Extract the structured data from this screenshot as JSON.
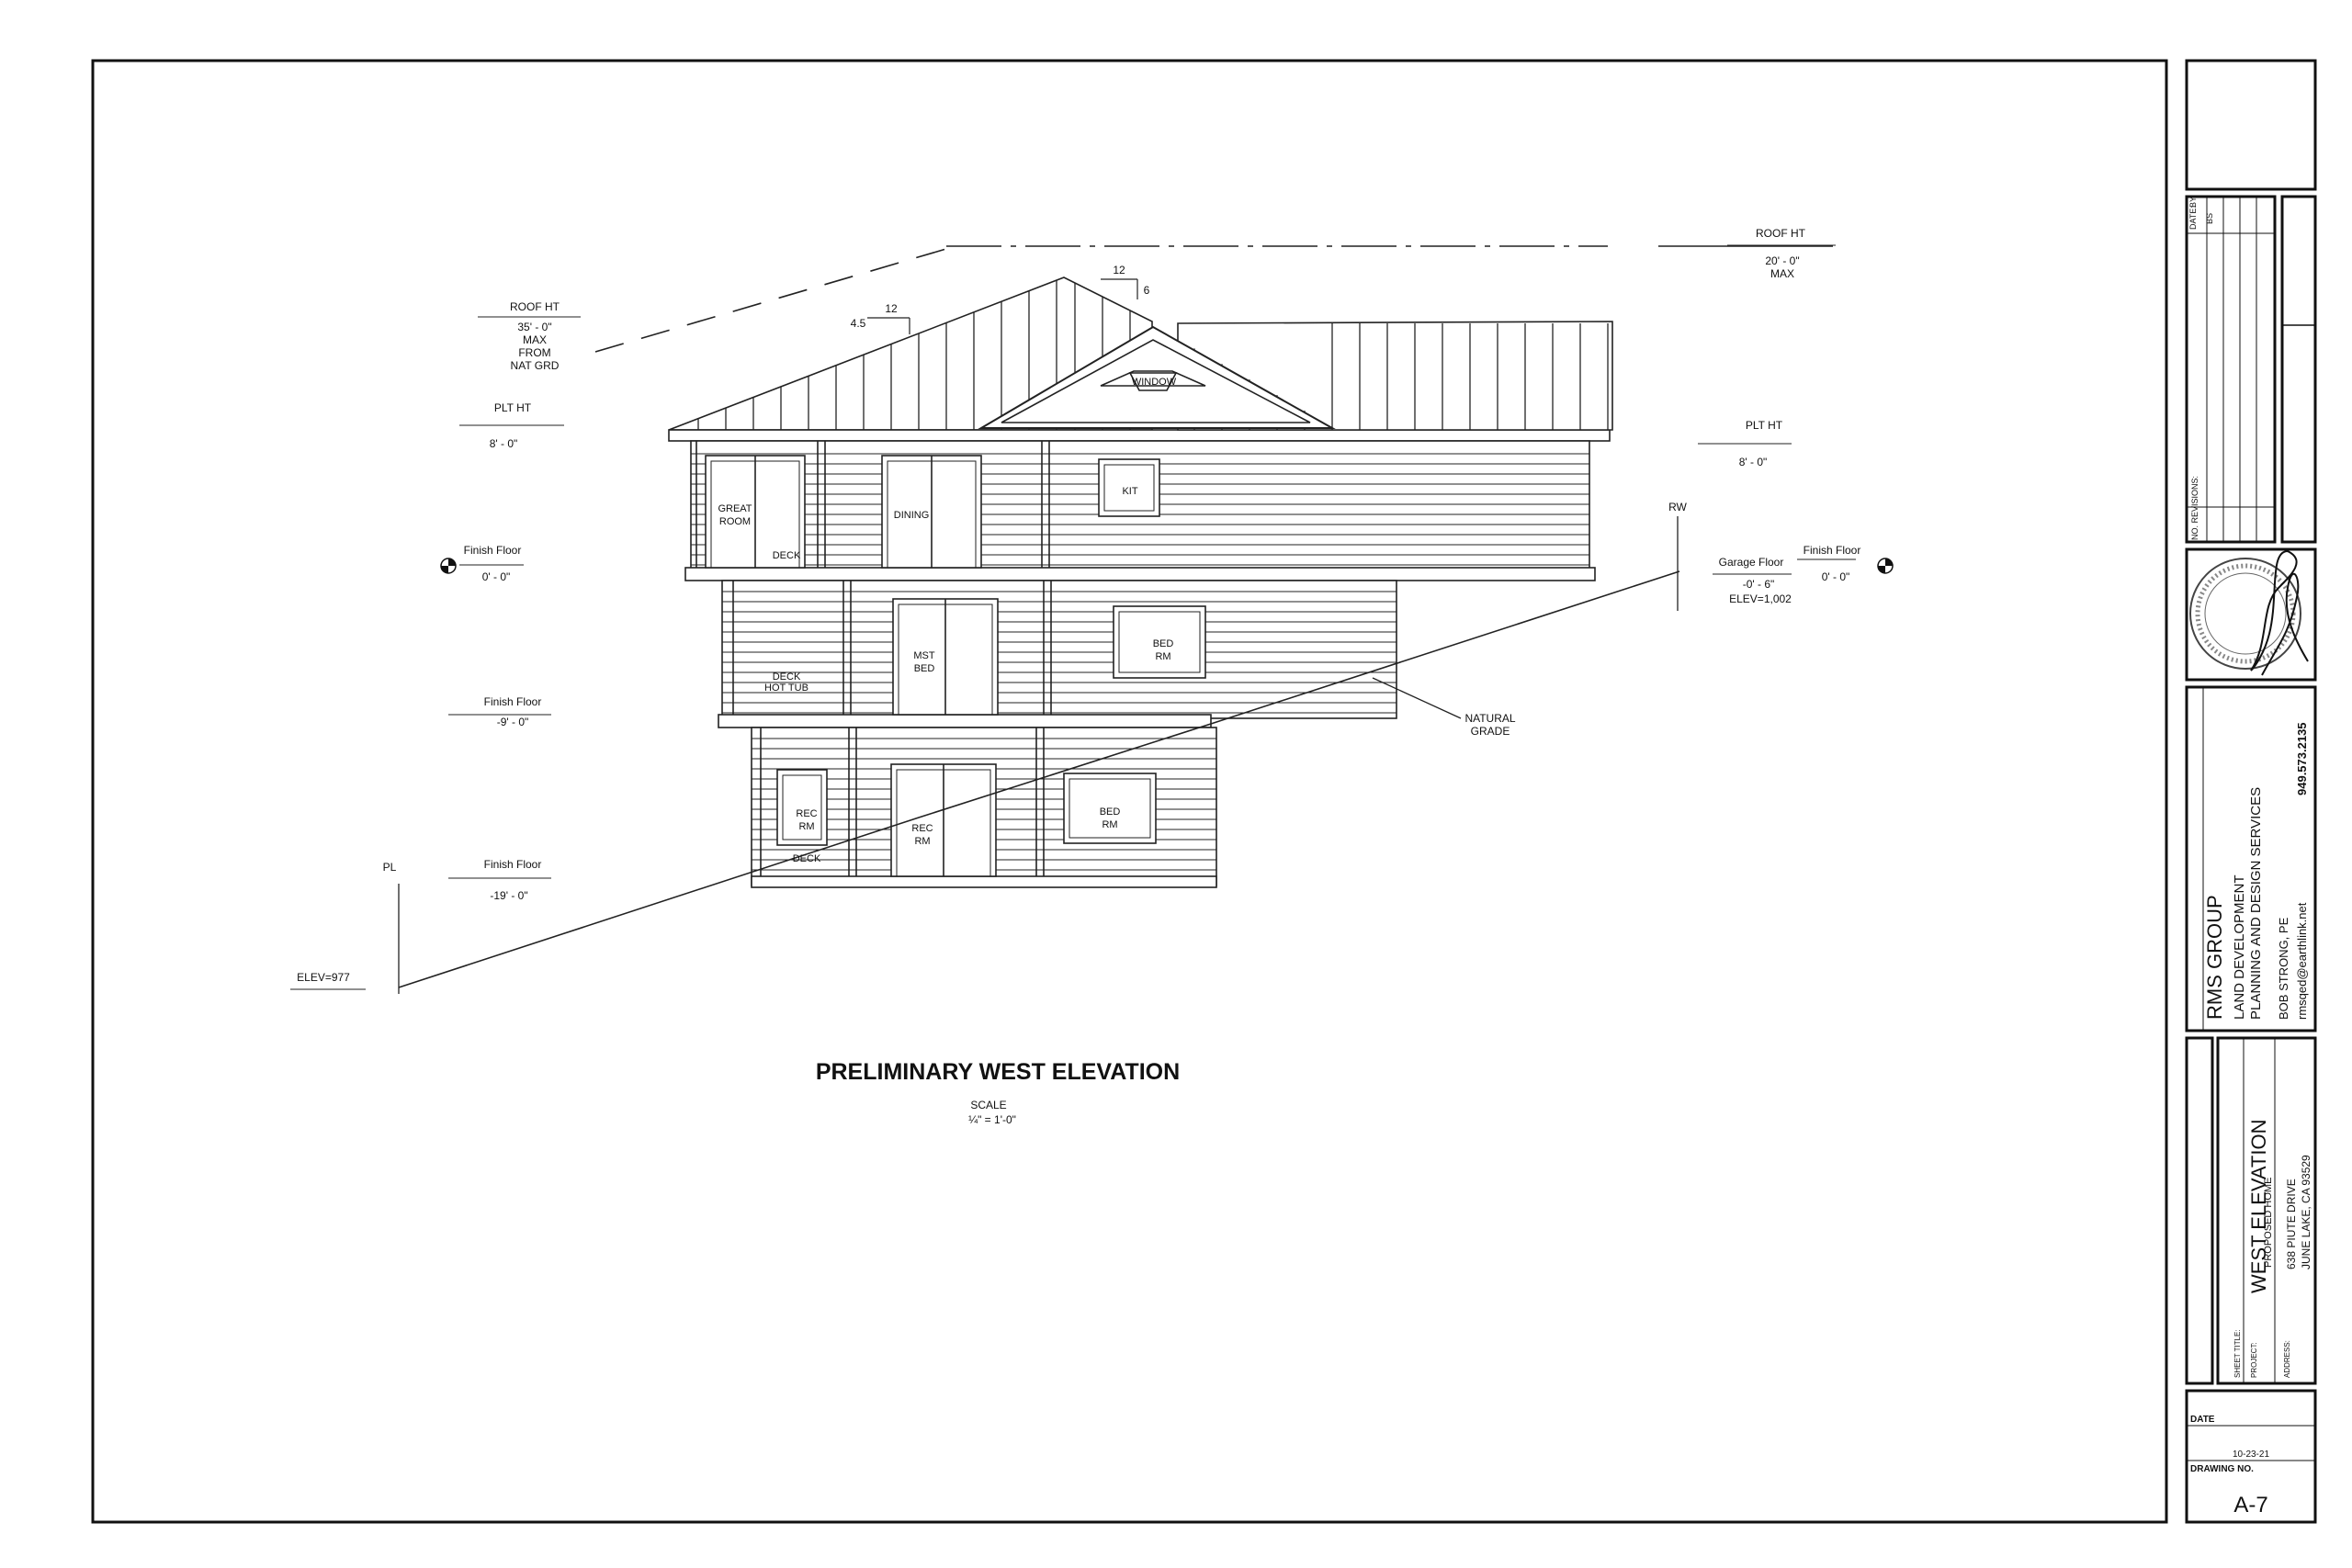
{
  "drawing": {
    "title": "PRELIMINARY WEST ELEVATION",
    "scale_label": "SCALE",
    "scale_value": "¼\" = 1'-0\"",
    "left_annotations": {
      "roof_ht_label": "ROOF HT",
      "roof_ht_value_1": "35' - 0\"",
      "roof_ht_value_2": "MAX",
      "roof_ht_value_3": "FROM",
      "roof_ht_value_4": "NAT GRD",
      "plt_ht_label": "PLT HT",
      "plt_ht_value": "8' - 0\"",
      "ff1_label": "Finish Floor",
      "ff1_value": "0' - 0\"",
      "ff2_label": "Finish Floor",
      "ff2_value": "-9' - 0\"",
      "ff3_label": "Finish Floor",
      "ff3_value": "-19' - 0\"",
      "pl_label": "PL",
      "elev_low": "ELEV=977"
    },
    "right_annotations": {
      "roof_ht_label": "ROOF HT",
      "roof_ht_value_1": "20' - 0\"",
      "roof_ht_value_2": "MAX",
      "plt_ht_label": "PLT HT",
      "plt_ht_value": "8' - 0\"",
      "rw_label": "RW",
      "garage_label": "Garage  Floor",
      "garage_value": "-0' - 6\"",
      "garage_elev": "ELEV=1,002",
      "ff_label": "Finish  Floor",
      "ff_value": "0' - 0\"",
      "natural_grade_1": "NATURAL",
      "natural_grade_2": "GRADE"
    },
    "pitch": {
      "left_rise": "4.5",
      "left_run": "12",
      "right_run": "12",
      "right_rise": "6"
    },
    "rooms": {
      "window": "WINDOW",
      "great_room_1": "GREAT",
      "great_room_2": "ROOM",
      "deck_upper": "DECK",
      "dining": "DINING",
      "kit": "KIT",
      "deck_hot_tub_1": "DECK",
      "deck_hot_tub_2": "HOT TUB",
      "mst_bed_1": "MST",
      "mst_bed_2": "BED",
      "bed_rm_mid_1": "BED",
      "bed_rm_mid_2": "RM",
      "rec_rm_a_1": "REC",
      "rec_rm_a_2": "RM",
      "deck_lower": "DECK",
      "rec_rm_b_1": "REC",
      "rec_rm_b_2": "RM",
      "bed_rm_low_1": "BED",
      "bed_rm_low_2": "RM"
    }
  },
  "title_block": {
    "date_by_header": "DATE:",
    "by_header": "BY:",
    "by_value": "BS",
    "no_revisions": "NO.  REVISIONS:",
    "company": "RMS GROUP",
    "line1": "LAND DEVELOPMENT",
    "line2": "PLANNING AND DESIGN SERVICES",
    "engineer": "BOB STRONG, PE",
    "email": "rmsqed@earthlink.net",
    "phone": "949.573.2135",
    "sheet_title_label": "SHEET TITLE:",
    "sheet_title": "WEST ELEVATION",
    "project_label": "PROJECT:",
    "project": "PROPOSED HOME",
    "address_label": "ADDRESS:",
    "address_1": "638 PIUTE DRIVE",
    "address_2": "JUNE LAKE, CA 93529",
    "date_label": "DATE",
    "date_value": "10-23-21",
    "drawing_no_label": "DRAWING NO.",
    "drawing_no": "A-7"
  }
}
